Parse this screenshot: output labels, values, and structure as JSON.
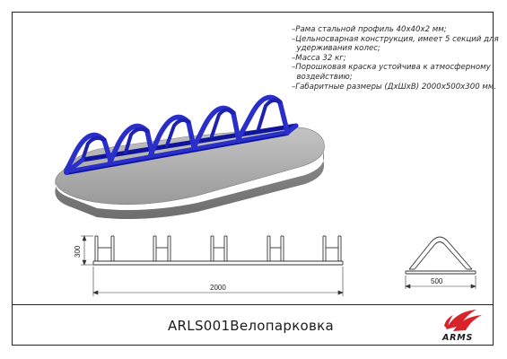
{
  "specs": [
    "–Рама стальной профиль 40х40х2 мм;",
    "–Цельносварная конструкция, имеет 5 секций для",
    "  удерживания колес;",
    "–Масса 32 кг;",
    "–Порошковая краска устойчива к атмосферному",
    "  воздействию;",
    "–Габаритные размеры (ДхШхВ) 2000х500х300 мм."
  ],
  "dimensions": {
    "height_label": "300",
    "length_label": "2000",
    "width_label": "500"
  },
  "product": {
    "title": "ARLS001Велопарковка"
  },
  "brand": {
    "name": "ARMS"
  },
  "colors": {
    "frame": "#2b2fc9",
    "frame_dark": "#10149a",
    "base": "#a8a8a8",
    "logo": "#d8232a"
  }
}
